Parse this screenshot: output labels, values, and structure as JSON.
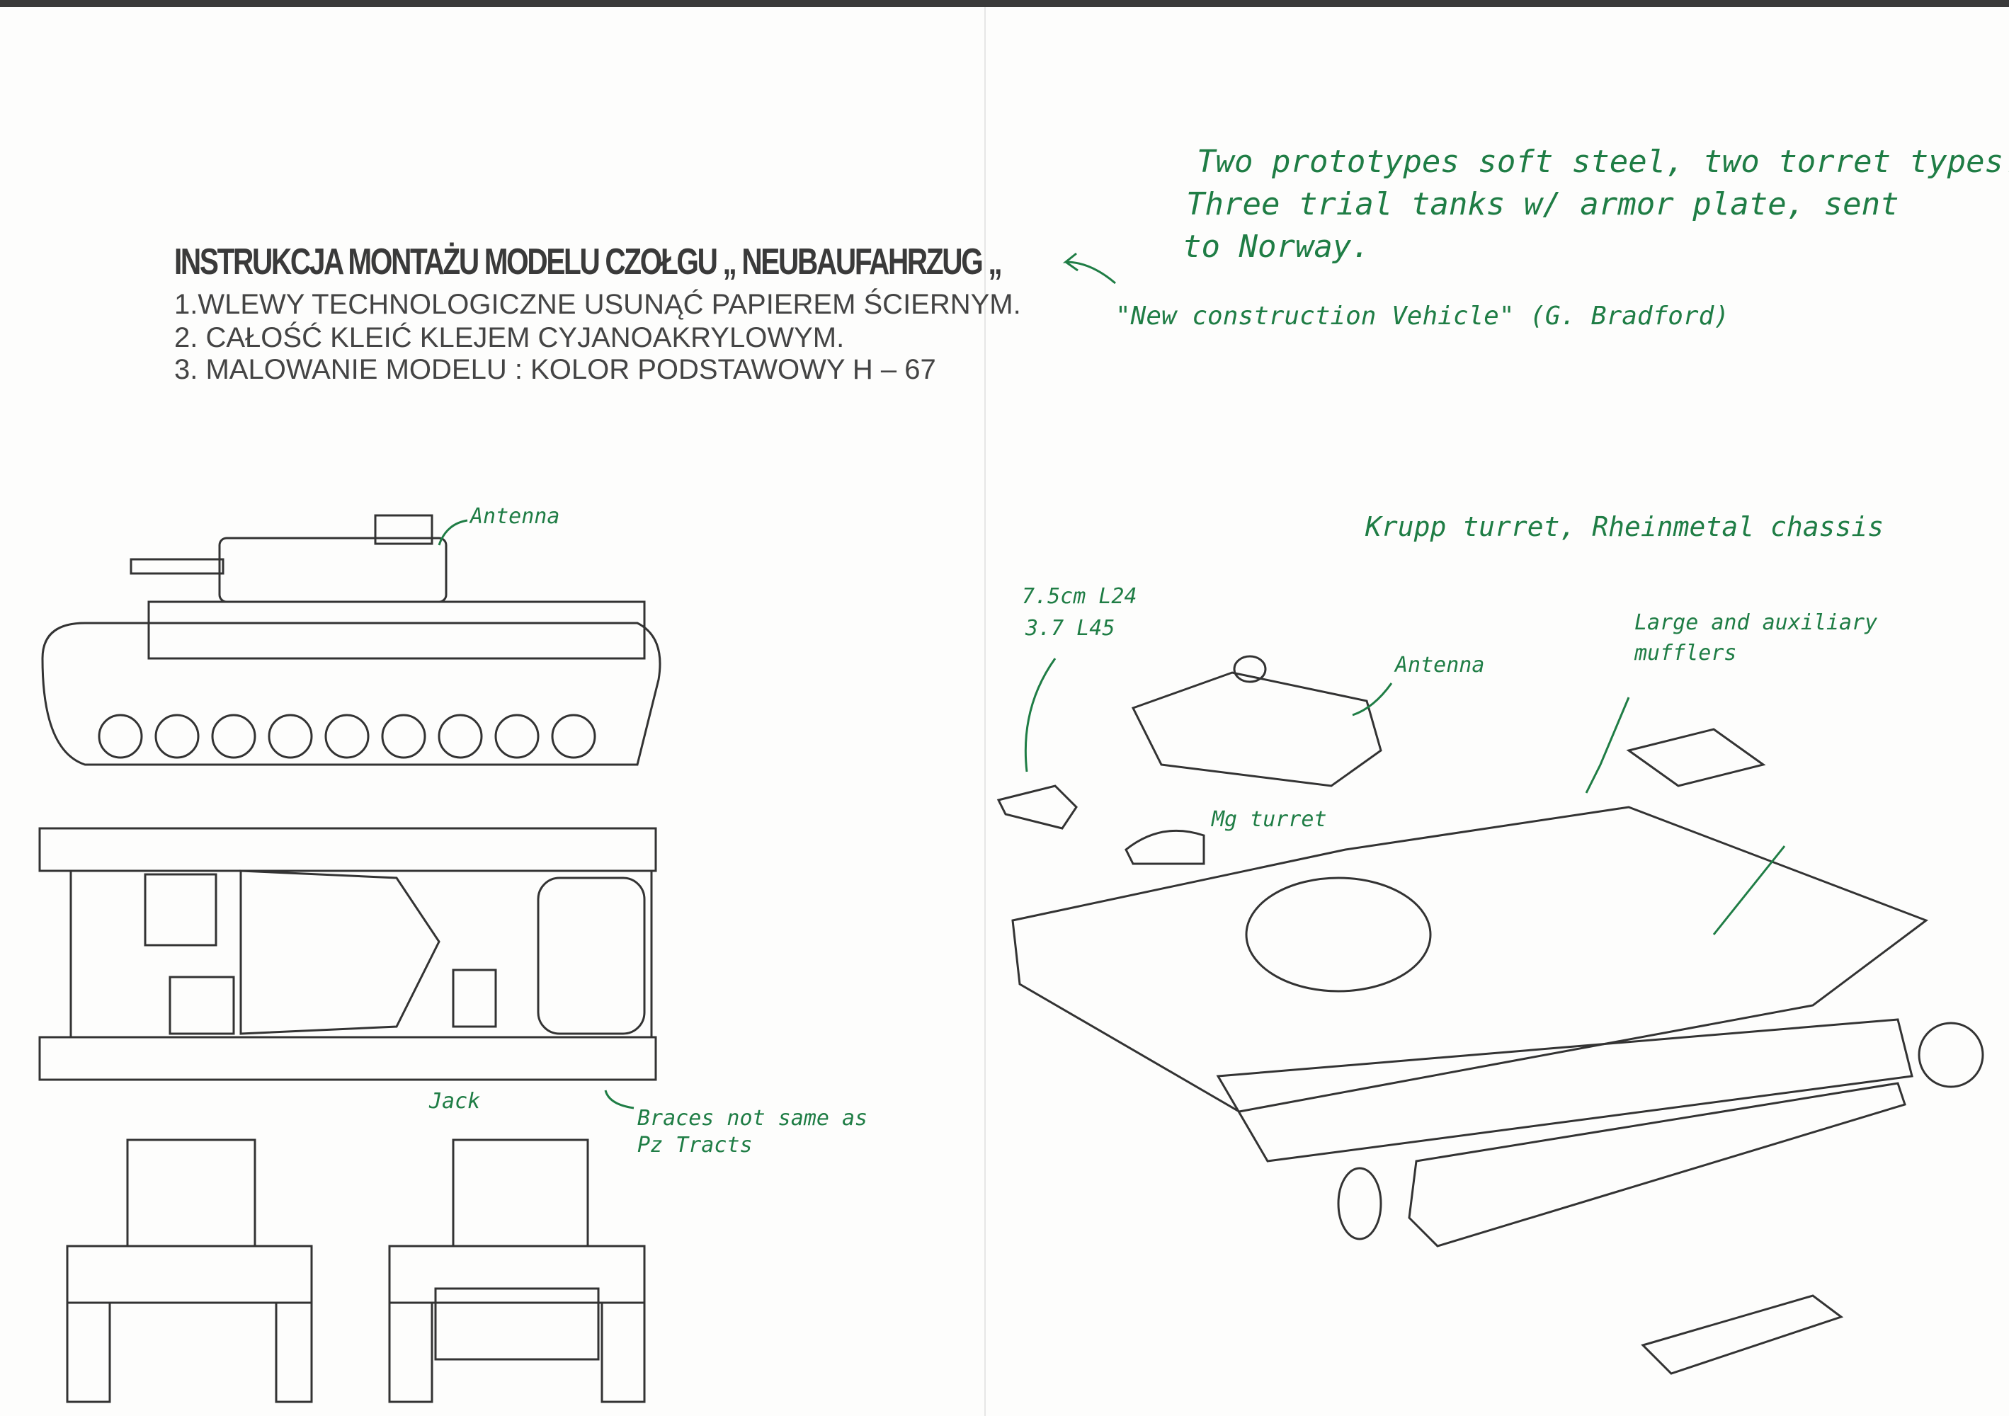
{
  "document": {
    "title": "INSTRUKCJA MONTAŻU MODELU CZOŁGU „ NEUBAUFAHRZUG „",
    "instructions": [
      "1.WLEWY TECHNOLOGICZNE USUNĄĆ PAPIEREM ŚCIERNYM.",
      "2. CAŁOŚĆ KLEIĆ KLEJEM CYJANOAKRYLOWYM.",
      "3.  MALOWANIE MODELU : KOLOR PODSTAWOWY H – 67"
    ]
  },
  "annotations": {
    "note_lines": [
      "Two prototypes soft steel, two torret types.",
      "Three trial tanks w/ armor plate, sent",
      "to Norway."
    ],
    "translation": "\"New construction Vehicle\" (G. Bradford)",
    "antenna_side": "Antenna",
    "krupp": "Krupp turret, Rheinmetal chassis",
    "gun_1": "7.5cm L24",
    "gun_2": "3.7   L45",
    "mufflers_1": "Large and auxiliary",
    "mufflers_2": "mufflers",
    "antenna_turret": "Antenna",
    "mg_turret": "Mg turret",
    "jack": "Jack",
    "braces_1": "Braces not same as",
    "braces_2": "Pz Tracts"
  },
  "colors": {
    "ink": "#1f7d45",
    "print": "#3a3a3a"
  }
}
